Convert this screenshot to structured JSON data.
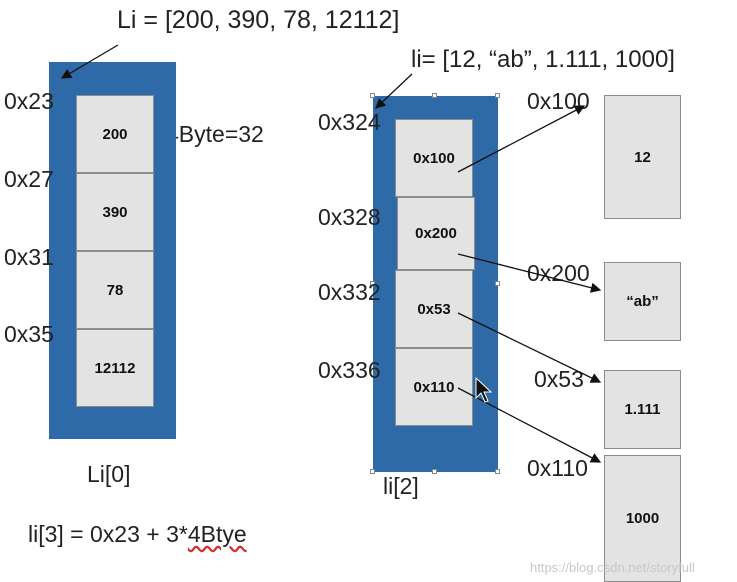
{
  "left": {
    "title": "Li = [200, 390, 78, 12112]",
    "caption": "Li[0]",
    "size_note": "4Byte=32",
    "formula_prefix": "li[3] = 0x23 + 3*",
    "formula_underlined": "4Btye",
    "addresses": [
      "0x23",
      "0x27",
      "0x31",
      "0x35"
    ],
    "cells": [
      "200",
      "390",
      "78",
      "12112"
    ]
  },
  "right": {
    "title": "li= [12, “ab”, 1.111, 1000]",
    "caption": "li[2]",
    "addresses": [
      "0x324",
      "0x328",
      "0x332",
      "0x336"
    ],
    "cells": [
      "0x100",
      "0x200",
      "0x53",
      "0x110"
    ],
    "object_addresses": [
      "0x100",
      "0x200",
      "0x53",
      "0x110"
    ],
    "objects": [
      "12",
      "“ab”",
      "1.111",
      "1000"
    ]
  },
  "watermark": "https://blog.csdn.net/storyfull",
  "colors": {
    "container": "#2f6aa8",
    "cell": "#e3e3e3",
    "line": "#111111"
  }
}
